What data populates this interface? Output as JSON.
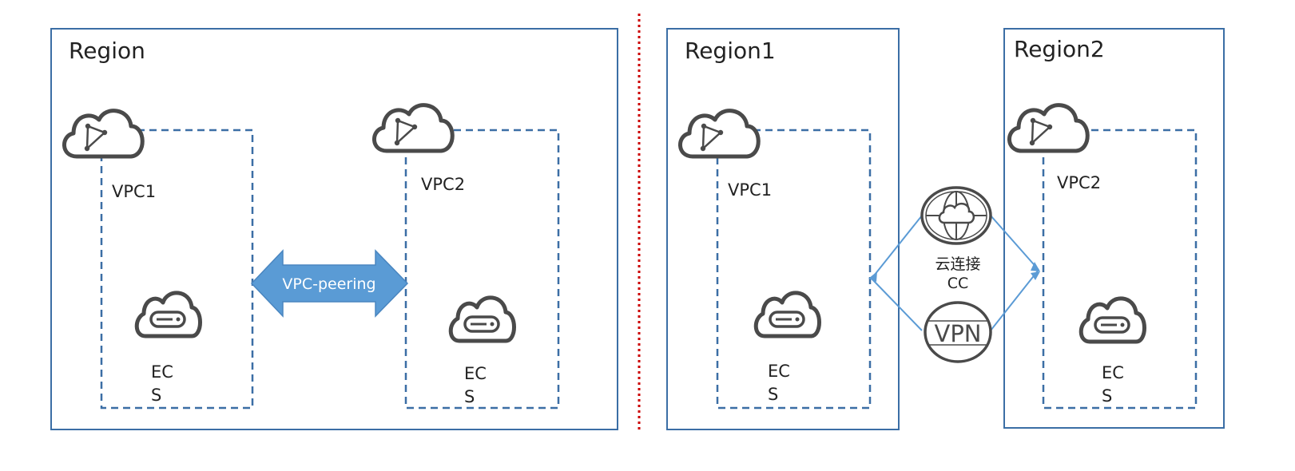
{
  "left_panel": {
    "region": {
      "title": "Region"
    },
    "vpc1": {
      "label": "VPC1",
      "ecs_line1": "EC",
      "ecs_line2": "S"
    },
    "vpc2": {
      "label": "VPC2",
      "ecs_line1": "EC",
      "ecs_line2": "S"
    },
    "peering": {
      "label": "VPC-peering"
    }
  },
  "right_panel": {
    "region1": {
      "title": "Region1"
    },
    "region2": {
      "title": "Region2"
    },
    "vpc1": {
      "label": "VPC1",
      "ecs_line1": "EC",
      "ecs_line2": "S"
    },
    "vpc2": {
      "label": "VPC2",
      "ecs_line1": "EC",
      "ecs_line2": "S"
    },
    "cloud_connect": {
      "label_cn": "云连接",
      "label_en": "CC"
    },
    "vpn": {
      "label": "VPN"
    }
  },
  "colors": {
    "region_border": "#3b6ea5",
    "vpc_border": "#3b6ea5",
    "icon_stroke": "#4a4a4a",
    "peering_fill": "#5a9bd5",
    "connector_line": "#5b9bd5",
    "divider": "#cc0000"
  }
}
